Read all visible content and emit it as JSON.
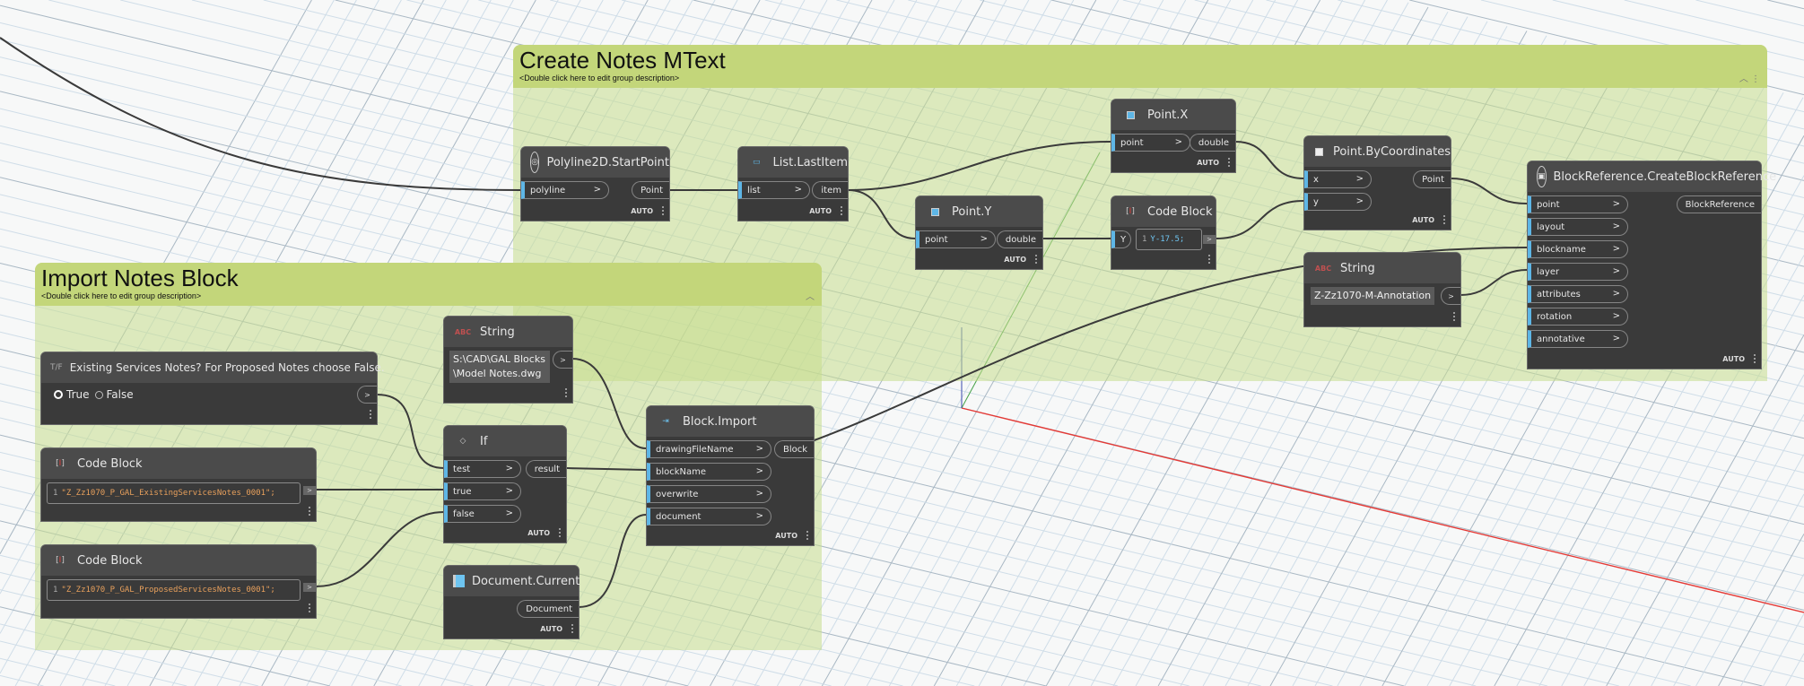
{
  "groups": [
    {
      "title": "Create Notes MText",
      "description": "<Double click here to edit group description>",
      "color": "#c3d67a"
    },
    {
      "title": "Import Notes Block",
      "description": "<Double click here to edit group description>",
      "color": "#c3d67a"
    }
  ],
  "nodes": {
    "polyline_startpoint": {
      "title": "Polyline2D.StartPoint",
      "inputs": [
        "polyline"
      ],
      "outputs": [
        "Point"
      ],
      "lacing": "AUTO"
    },
    "list_lastitem": {
      "title": "List.LastItem",
      "inputs": [
        "list"
      ],
      "outputs": [
        "item"
      ],
      "lacing": "AUTO"
    },
    "point_x": {
      "title": "Point.X",
      "inputs": [
        "point"
      ],
      "outputs": [
        "double"
      ],
      "lacing": "AUTO",
      "icon_sub": "X"
    },
    "point_y": {
      "title": "Point.Y",
      "inputs": [
        "point"
      ],
      "outputs": [
        "double"
      ],
      "lacing": "AUTO",
      "icon_sub": "Y"
    },
    "code_block_y": {
      "title": "Code Block",
      "inputs": [
        "Y"
      ],
      "line_no": "1",
      "code": "Y-17.5;",
      "out_label": ">"
    },
    "point_bycoordinates": {
      "title": "Point.ByCoordinates",
      "inputs": [
        "x",
        "y"
      ],
      "outputs": [
        "Point"
      ],
      "lacing": "AUTO",
      "icon_sub": "XY"
    },
    "string_layer": {
      "title": "String",
      "value": "Z-Zz1070-M-Annotation",
      "out_label": ">",
      "icon_text": "ABC"
    },
    "create_block_reference": {
      "title": "BlockReference.CreateBlockReference",
      "inputs": [
        "point",
        "layout",
        "blockname",
        "layer",
        "attributes",
        "rotation",
        "annotative"
      ],
      "outputs": [
        "BlockReference"
      ],
      "lacing": "AUTO"
    },
    "boolean": {
      "title": "Existing Services Notes? For Proposed Notes choose False.",
      "option_true": "True",
      "option_false": "False",
      "selected": "True",
      "out_label": ">",
      "icon_text": "T/F"
    },
    "string_path": {
      "title": "String",
      "value_line1": "S:\\CAD\\GAL Blocks",
      "value_line2": "\\Model Notes.dwg",
      "out_label": ">",
      "icon_text": "ABC"
    },
    "code_block_existing": {
      "title": "Code Block",
      "line_no": "1",
      "code": "\"Z_Zz1070_P_GAL_ExistingServicesNotes_0001\";",
      "out_label": ">"
    },
    "code_block_proposed": {
      "title": "Code Block",
      "line_no": "1",
      "code": "\"Z_Zz1070_P_GAL_ProposedServicesNotes_0001\";",
      "out_label": ">"
    },
    "if": {
      "title": "If",
      "inputs": [
        "test",
        "true",
        "false"
      ],
      "outputs": [
        "result"
      ],
      "lacing": "AUTO"
    },
    "document_current": {
      "title": "Document.Current",
      "outputs": [
        "Document"
      ],
      "lacing": "AUTO"
    },
    "block_import": {
      "title": "Block.Import",
      "inputs": [
        "drawingFileName",
        "blockName",
        "overwrite",
        "document"
      ],
      "outputs": [
        "Block"
      ],
      "lacing": "AUTO"
    }
  },
  "colors": {
    "port_accent": "#5eb6e6",
    "node_body": "#3a3a3a",
    "node_header": "#4b4b4b",
    "string_literal": "#e8a05c",
    "code_ident": "#6ec4f0",
    "axis_x": "#e53935",
    "axis_y": "#43a047",
    "axis_z": "#3949ab"
  }
}
